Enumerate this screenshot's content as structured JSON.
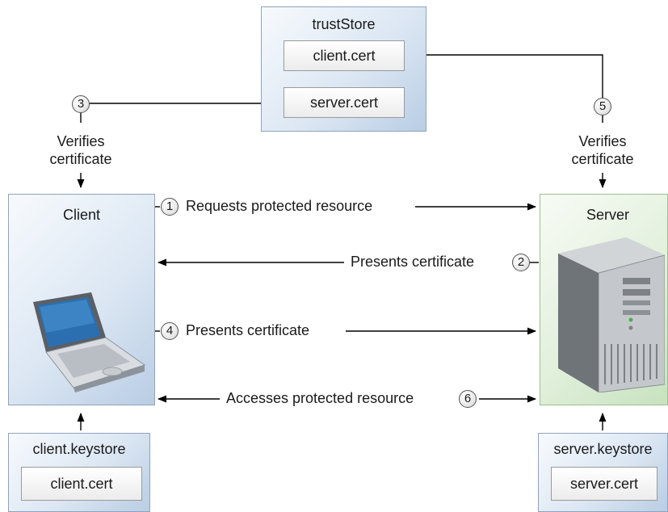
{
  "trust_store": {
    "title": "trustStore",
    "certs": [
      "client.cert",
      "server.cert"
    ]
  },
  "client": {
    "title": "Client"
  },
  "server": {
    "title": "Server"
  },
  "client_keystore": {
    "title": "client.keystore",
    "cert": "client.cert"
  },
  "server_keystore": {
    "title": "server.keystore",
    "cert": "server.cert"
  },
  "verify_left": {
    "step": "3",
    "line1": "Verifies",
    "line2": "certificate"
  },
  "verify_right": {
    "step": "5",
    "line1": "Verifies",
    "line2": "certificate"
  },
  "messages": [
    {
      "step": "1",
      "text": "Requests protected resource"
    },
    {
      "step": "2",
      "text": "Presents certificate"
    },
    {
      "step": "4",
      "text": "Presents certificate"
    },
    {
      "step": "6",
      "text": "Accesses protected resource"
    }
  ],
  "colors": {
    "client_box": "#dce7f3",
    "server_box": "#e2f0dc",
    "line": "#000000"
  }
}
